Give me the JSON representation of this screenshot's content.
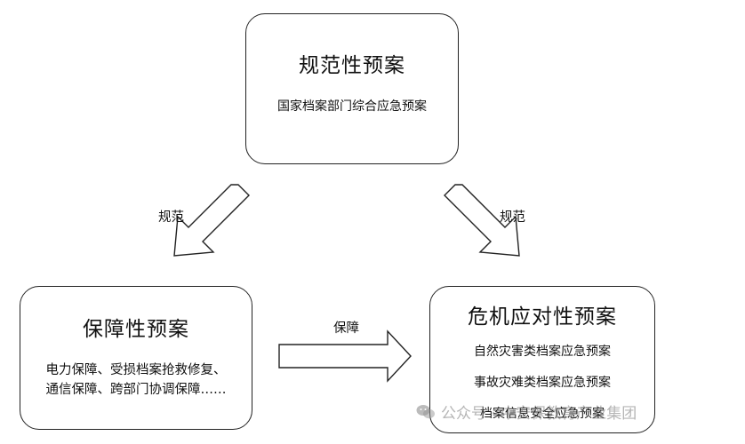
{
  "top_box": {
    "title": "规范性预案",
    "subtitle": "国家档案部门综合应急预案"
  },
  "left_box": {
    "title": "保障性预案",
    "line1": "电力保障、受损档案抢救修复、",
    "line2": "通信保障、跨部门协调保障……"
  },
  "right_box": {
    "title": "危机应对性预案",
    "line1": "自然灾害类档案应急预案",
    "line2": "事故灾难类档案应急预案",
    "line3": "档案信息安全应急预案"
  },
  "arrows": {
    "left_label": "规范",
    "right_label": "规范",
    "middle_label": "保障"
  },
  "watermark": {
    "text": "公众号 · 中安保教育产业集团",
    "icon": "wechat-icon"
  }
}
